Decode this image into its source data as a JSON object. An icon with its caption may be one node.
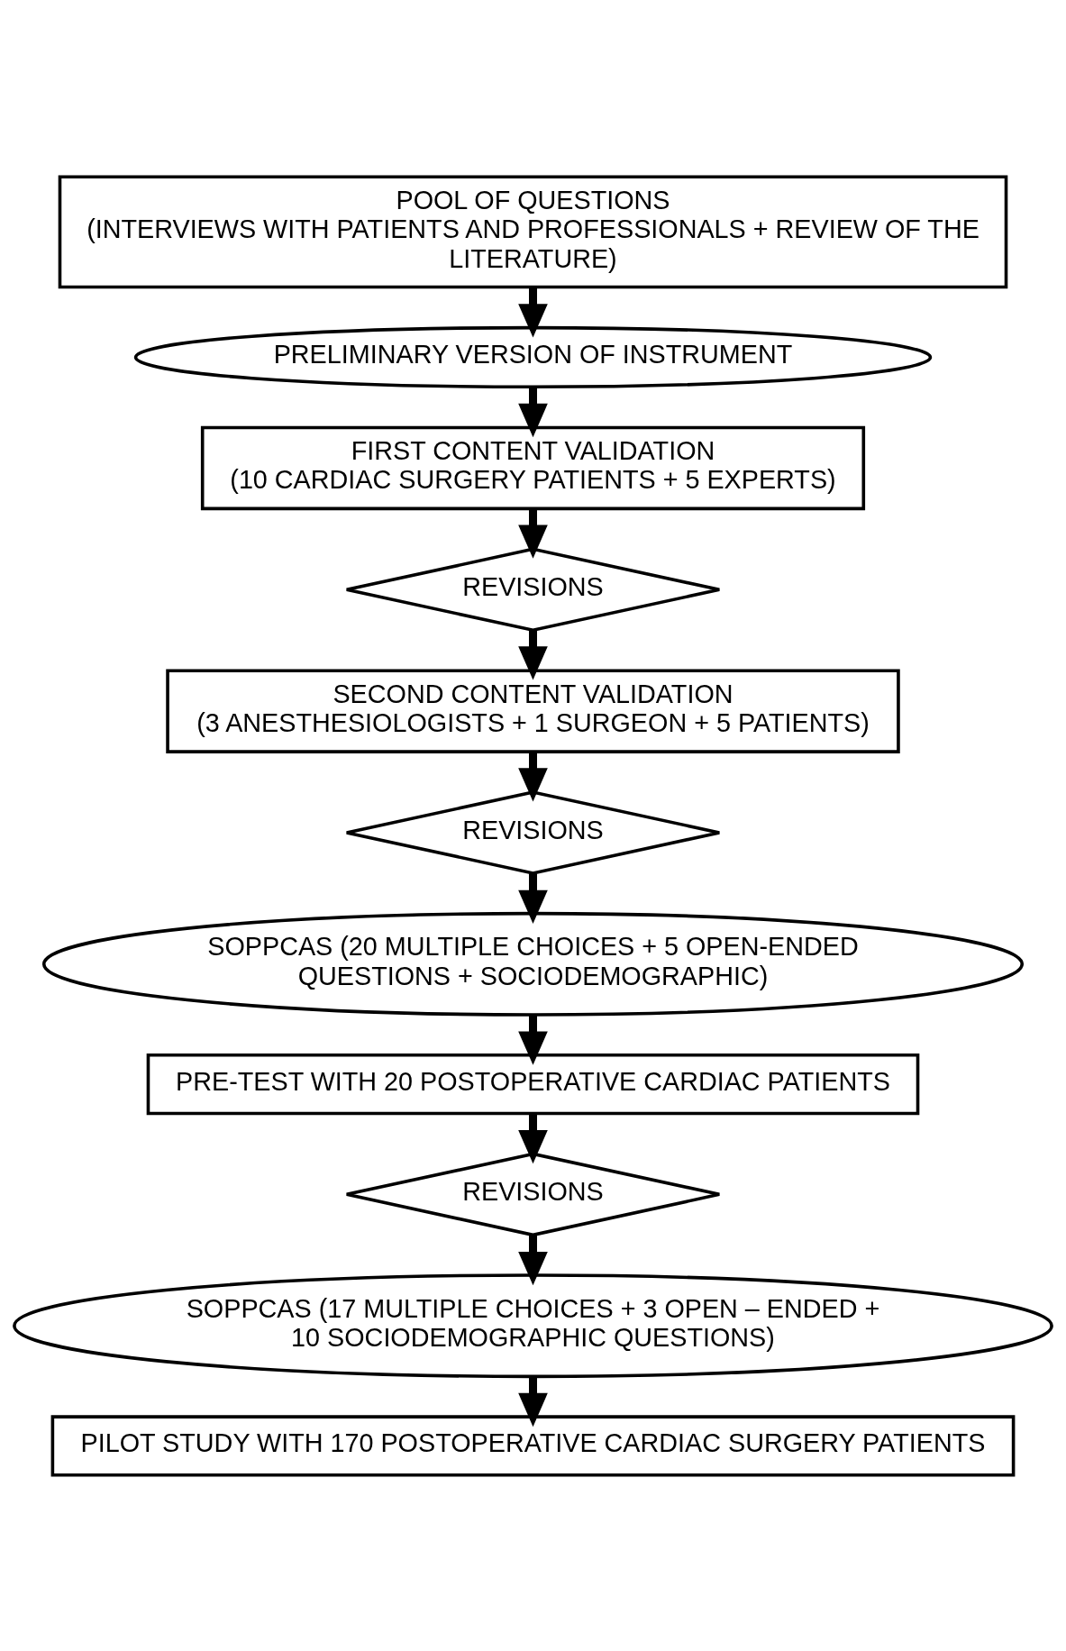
{
  "diagram": {
    "nodes": [
      {
        "text": [
          "POOL OF QUESTIONS",
          "(INTERVIEWS WITH PATIENTS AND PROFESSIONALS + REVIEW OF THE LITERATURE)"
        ]
      },
      {
        "text": [
          "PRELIMINARY VERSION OF INSTRUMENT"
        ]
      },
      {
        "text": [
          "FIRST CONTENT VALIDATION",
          "(10 CARDIAC SURGERY PATIENTS + 5 EXPERTS)"
        ]
      },
      {
        "text": [
          "REVISIONS"
        ]
      },
      {
        "text": [
          "SECOND CONTENT VALIDATION",
          "(3 ANESTHESIOLOGISTS + 1 SURGEON + 5 PATIENTS)"
        ]
      },
      {
        "text": [
          "REVISIONS"
        ]
      },
      {
        "text": [
          "SOPPCAS (20 MULTIPLE CHOICES + 5 OPEN-ENDED QUESTIONS + SOCIODEMOGRAPHIC)"
        ]
      },
      {
        "text": [
          "PRE-TEST WITH 20 POSTOPERATIVE CARDIAC PATIENTS"
        ]
      },
      {
        "text": [
          "REVISIONS"
        ]
      },
      {
        "text": [
          "SOPPCAS (17 MULTIPLE CHOICES + 3 OPEN – ENDED + 10 SOCIODEMOGRAPHIC QUESTIONS)"
        ]
      },
      {
        "text": [
          "PILOT STUDY WITH 170 POSTOPERATIVE CARDIAC SURGERY PATIENTS"
        ]
      }
    ],
    "edges": [
      {
        "from": 0,
        "to": 1,
        "arrow": "to"
      },
      {
        "from": 1,
        "to": 2,
        "arrow": "to"
      },
      {
        "from": 2,
        "to": 3,
        "arrow": "to"
      },
      {
        "from": 3,
        "to": 4,
        "arrow": "to"
      },
      {
        "from": 4,
        "to": 5,
        "arrow": "to"
      },
      {
        "from": 5,
        "to": 6,
        "arrow": "to"
      },
      {
        "from": 6,
        "to": 7,
        "arrow": "to"
      },
      {
        "from": 7,
        "to": 8,
        "arrow": "to"
      },
      {
        "from": 8,
        "to": 9,
        "arrow": "to"
      },
      {
        "from": 9,
        "to": 10,
        "arrow": "to"
      }
    ]
  }
}
